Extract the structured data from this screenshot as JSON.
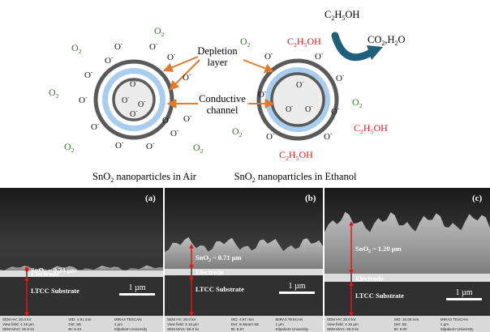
{
  "diagram": {
    "colors": {
      "o2": "#2e7d1f",
      "ethanol": "#e21a1a",
      "arrow": "#e07a2e",
      "depletion": "#a9cdee",
      "ring": "#5a5a5a",
      "core": "#ececec",
      "curve_arrow": "#1f5f7a"
    },
    "ion_label": "O",
    "o2_label": "O",
    "ethanol_label": "C H OH",
    "reaction_top": "C H OH",
    "reaction_product": "CO , H O",
    "depletion_label_line1": "Depletion",
    "depletion_label_line2": "layer",
    "channel_label_line1": "Conductive",
    "channel_label_line2": "channel",
    "caption_air": "SnO nanoparticles in Air",
    "caption_ethanol": "SnO nanoparticles in Ethanol"
  },
  "sem_panels": [
    {
      "letter": "(a)",
      "thickness": "SnO ~ 0.24 µm",
      "electrode": "Electrode",
      "substrate": "LTCC Substrate",
      "scale": "1 µm",
      "info": [
        "SEM HV: 20.0 kV",
        "WD: 4.91 mm",
        "MIRA3 TESCAN",
        "View field: 4.15 µm",
        "Det: SE",
        "1 µm",
        "SEM MAG: 50.0 kx",
        "BI: 9.44",
        "Silpakorn University"
      ]
    },
    {
      "letter": "(b)",
      "thickness": "SnO ~ 0.71 µm",
      "electrode": "Electrode",
      "substrate": "LTCC Substrate",
      "scale": "1 µm",
      "info": [
        "SEM HV: 20.0 kV",
        "WD: 4.97 mm",
        "MIRA3 TESCAN",
        "View field: 4.15 µm",
        "Det: In-Beam SE",
        "1 µm",
        "SEM MAG: 50.0 kx",
        "BI: 8.67",
        "Silpakorn University"
      ]
    },
    {
      "letter": "(c)",
      "thickness": "SnO ~ 1.20 µm",
      "electrode": "Electrode",
      "substrate": "LTCC Substrate",
      "scale": "1 µm",
      "info": [
        "SEM HV: 20.0 kV",
        "WD: 16.08 mm",
        "MIRA3 TESCAN",
        "View field: 4.15 µm",
        "Det: SE",
        "1 µm",
        "SEM MAG: 50.0 kx",
        "BI: 9.00",
        "Silpakorn University"
      ]
    }
  ]
}
